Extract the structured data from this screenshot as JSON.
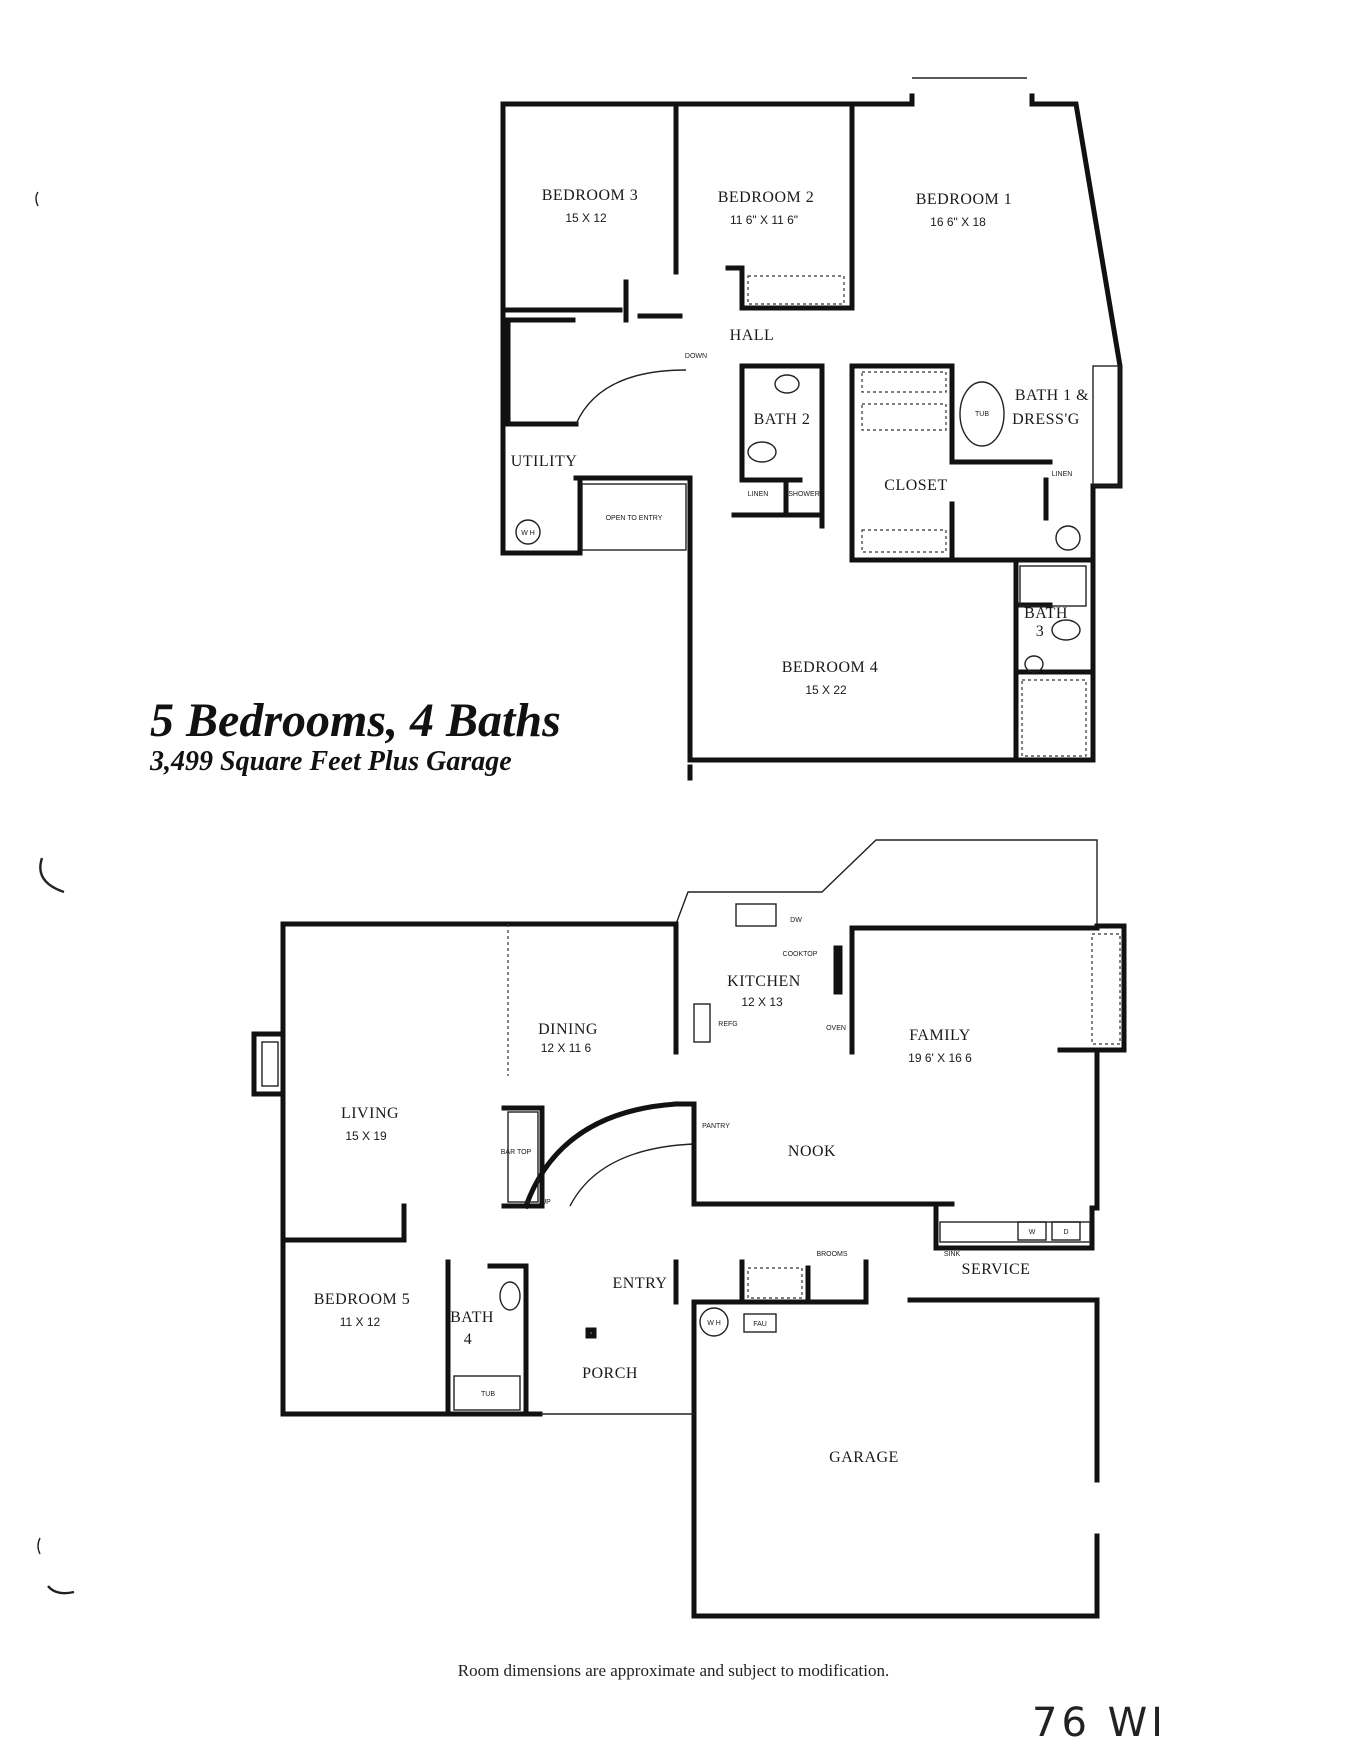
{
  "headline": {
    "title": "5 Bedrooms, 4 Baths",
    "subtitle": "3,499 Square Feet Plus Garage"
  },
  "upper_floor": {
    "rooms": [
      {
        "id": "bedroom-3",
        "name": "BEDROOM 3",
        "dims": "15 X 12"
      },
      {
        "id": "bedroom-2",
        "name": "BEDROOM 2",
        "dims": "11 6\" X 11 6\""
      },
      {
        "id": "bedroom-1",
        "name": "BEDROOM 1",
        "dims": "16 6\" X 18"
      },
      {
        "id": "hall",
        "name": "HALL",
        "dims": ""
      },
      {
        "id": "bath-2",
        "name": "BATH 2",
        "dims": ""
      },
      {
        "id": "bath-1",
        "name": "BATH 1 &",
        "dims": "DRESS'G"
      },
      {
        "id": "utility",
        "name": "UTILITY",
        "dims": ""
      },
      {
        "id": "closet",
        "name": "CLOSET",
        "dims": ""
      },
      {
        "id": "bath-3",
        "name": "BATH",
        "dims": "3"
      },
      {
        "id": "bedroom-4",
        "name": "BEDROOM 4",
        "dims": "15 X 22"
      }
    ],
    "fixtures": {
      "down": "DOWN",
      "open_to_entry": "OPEN TO ENTRY",
      "tub": "TUB",
      "linen_a": "LINEN",
      "linen_b": "LINEN",
      "shower": "SHOWER",
      "wh": "W H"
    }
  },
  "lower_floor": {
    "rooms": [
      {
        "id": "kitchen",
        "name": "KITCHEN",
        "dims": "12 X 13"
      },
      {
        "id": "dining",
        "name": "DINING",
        "dims": "12 X 11 6"
      },
      {
        "id": "living",
        "name": "LIVING",
        "dims": "15 X 19"
      },
      {
        "id": "family",
        "name": "FAMILY",
        "dims": "19 6' X 16 6"
      },
      {
        "id": "nook",
        "name": "NOOK",
        "dims": ""
      },
      {
        "id": "bedroom-5",
        "name": "BEDROOM 5",
        "dims": "11 X 12"
      },
      {
        "id": "bath-4",
        "name": "BATH",
        "dims": "4"
      },
      {
        "id": "entry",
        "name": "ENTRY",
        "dims": ""
      },
      {
        "id": "porch",
        "name": "PORCH",
        "dims": ""
      },
      {
        "id": "service",
        "name": "SERVICE",
        "dims": ""
      },
      {
        "id": "garage",
        "name": "GARAGE",
        "dims": ""
      }
    ],
    "fixtures": {
      "dw": "DW",
      "cooktop": "COOKTOP",
      "refg": "REFG",
      "oven": "OVEN",
      "pantry": "PANTRY",
      "bar_top": "BAR TOP",
      "brooms": "BROOMS",
      "sink": "SINK",
      "w": "W",
      "d": "D",
      "wh": "W H",
      "fau": "FAU",
      "up": "UP",
      "tub": "TUB"
    }
  },
  "footnote": "Room dimensions are approximate and subject to modification.",
  "handwritten_note": "76 WI"
}
